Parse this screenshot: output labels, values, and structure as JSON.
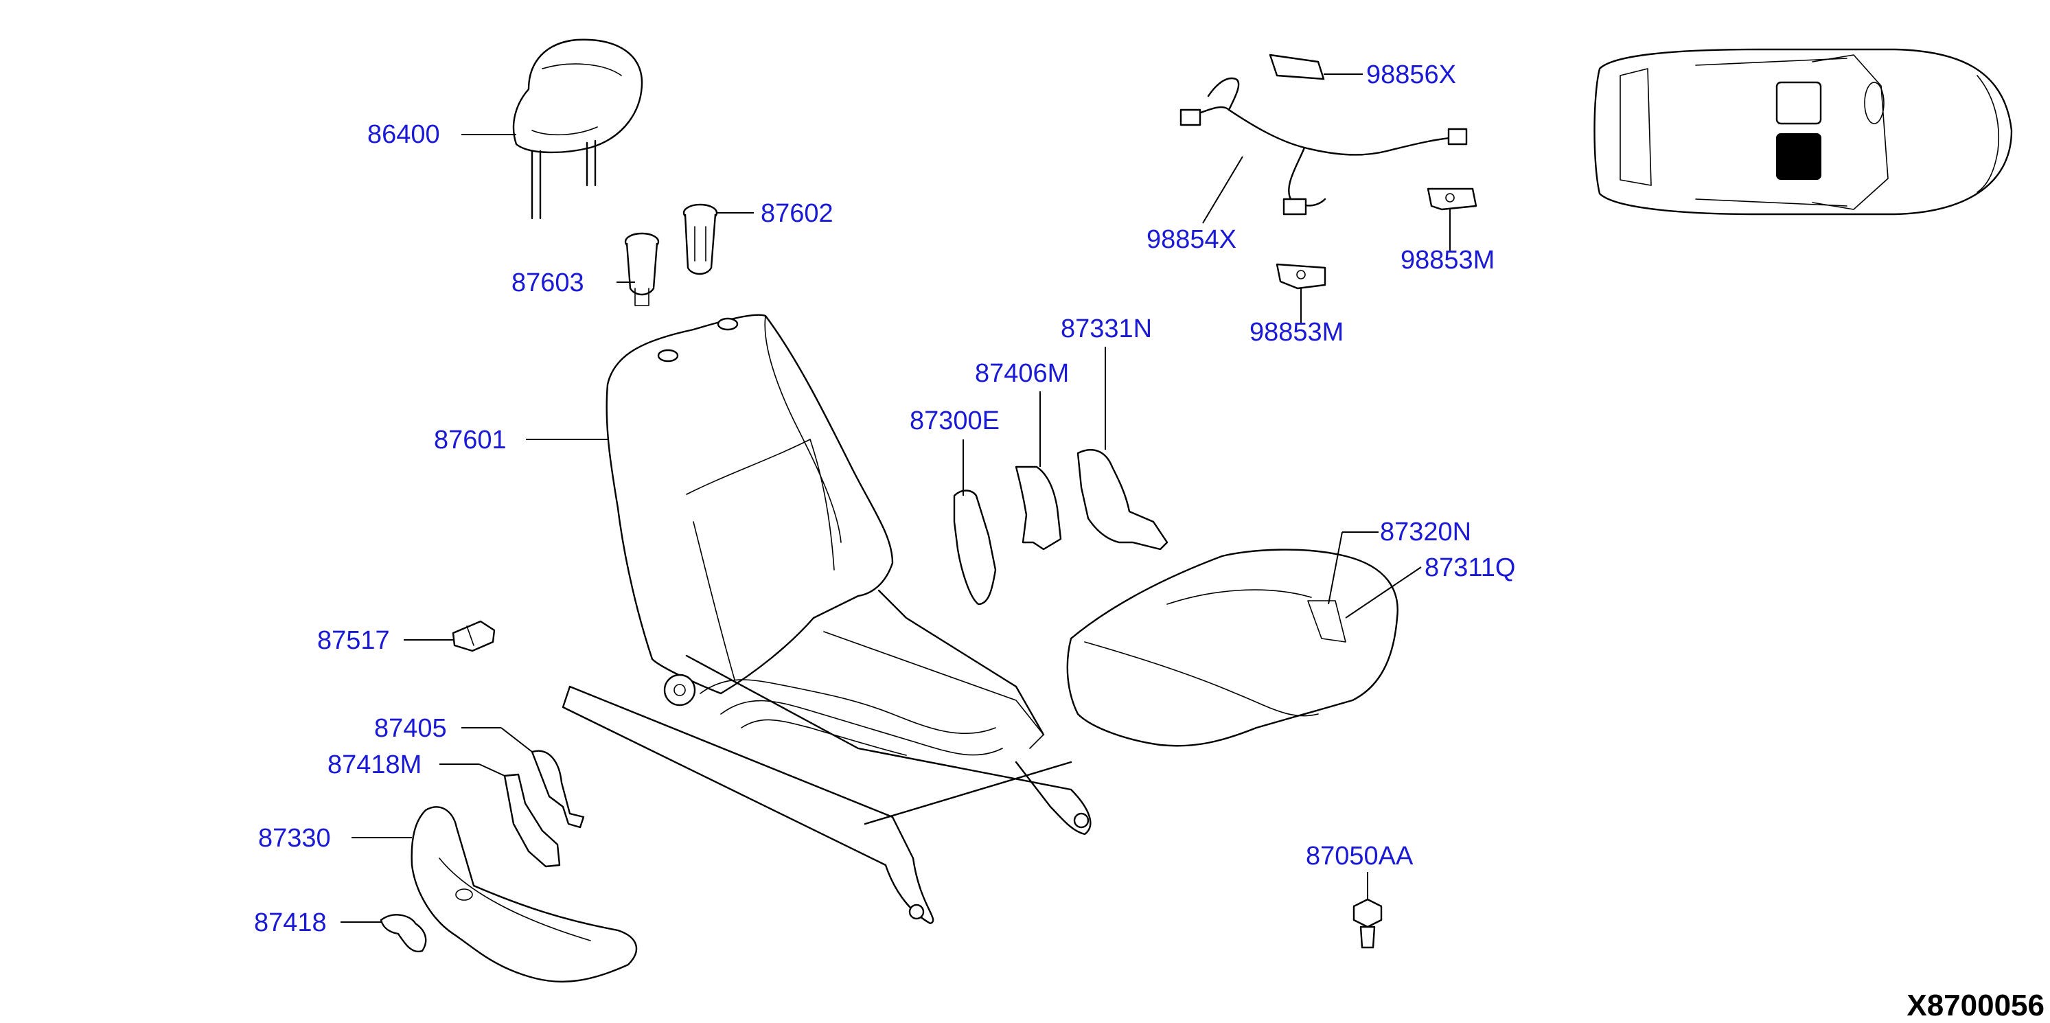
{
  "diagram_code": "X8700056",
  "labels": {
    "l86400": "86400",
    "l87602": "87602",
    "l87603": "87603",
    "l87601": "87601",
    "l87517": "87517",
    "l87405": "87405",
    "l87418M": "87418M",
    "l87330": "87330",
    "l87418": "87418",
    "l87300E": "87300E",
    "l87406M": "87406M",
    "l87331N": "87331N",
    "l98856X": "98856X",
    "l98854X": "98854X",
    "l98853M_a": "98853M",
    "l98853M_b": "98853M",
    "l87320N": "87320N",
    "l87311Q": "87311Q",
    "l87050AA": "87050AA"
  },
  "colors": {
    "label": "#1a1ad6",
    "line": "#000000",
    "background": "#ffffff"
  }
}
